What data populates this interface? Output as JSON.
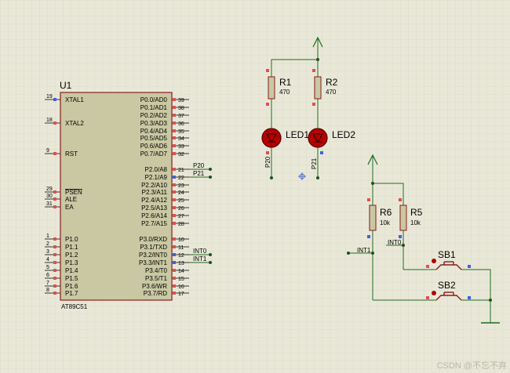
{
  "mcu": {
    "ref": "U1",
    "part": "AT89C51",
    "left_pins": [
      {
        "num": "19",
        "name": "XTAL1"
      },
      {
        "num": "18",
        "name": "XTAL2"
      },
      {
        "num": "9",
        "name": "RST"
      },
      {
        "num": "29",
        "name": "PSEN"
      },
      {
        "num": "30",
        "name": "ALE"
      },
      {
        "num": "31",
        "name": "EA"
      },
      {
        "num": "1",
        "name": "P1.0"
      },
      {
        "num": "2",
        "name": "P1.1"
      },
      {
        "num": "3",
        "name": "P1.2"
      },
      {
        "num": "4",
        "name": "P1.3"
      },
      {
        "num": "5",
        "name": "P1.4"
      },
      {
        "num": "6",
        "name": "P1.5"
      },
      {
        "num": "7",
        "name": "P1.6"
      },
      {
        "num": "8",
        "name": "P1.7"
      }
    ],
    "right_pins": [
      {
        "num": "39",
        "name": "P0.0/AD0"
      },
      {
        "num": "38",
        "name": "P0.1/AD1"
      },
      {
        "num": "37",
        "name": "P0.2/AD2"
      },
      {
        "num": "36",
        "name": "P0.3/AD3"
      },
      {
        "num": "35",
        "name": "P0.4/AD4"
      },
      {
        "num": "34",
        "name": "P0.5/AD5"
      },
      {
        "num": "33",
        "name": "P0.6/AD6"
      },
      {
        "num": "32",
        "name": "P0.7/AD7"
      },
      {
        "num": "21",
        "name": "P2.0/A8"
      },
      {
        "num": "22",
        "name": "P2.1/A9"
      },
      {
        "num": "23",
        "name": "P2.2/A10"
      },
      {
        "num": "24",
        "name": "P2.3/A11"
      },
      {
        "num": "25",
        "name": "P2.4/A12"
      },
      {
        "num": "26",
        "name": "P2.5/A13"
      },
      {
        "num": "27",
        "name": "P2.6/A14"
      },
      {
        "num": "28",
        "name": "P2.7/A15"
      },
      {
        "num": "10",
        "name": "P3.0/RXD"
      },
      {
        "num": "11",
        "name": "P3.1/TXD"
      },
      {
        "num": "12",
        "name": "P3.2/INT0"
      },
      {
        "num": "13",
        "name": "P3.3/INT1"
      },
      {
        "num": "14",
        "name": "P3.4/T0"
      },
      {
        "num": "15",
        "name": "P3.5/T1"
      },
      {
        "num": "16",
        "name": "P3.6/WR"
      },
      {
        "num": "17",
        "name": "P3.7/RD"
      }
    ]
  },
  "net_labels": {
    "p20_mcu": "P20",
    "p21_mcu": "P21",
    "int0_mcu": "INT0",
    "int1_mcu": "INT1",
    "p20_led": "P20",
    "p21_led": "P21",
    "int1_sw": "INT1",
    "int0_sw": "INT0"
  },
  "r1": {
    "ref": "R1",
    "value": "470"
  },
  "r2": {
    "ref": "R2",
    "value": "470"
  },
  "led1": {
    "ref": "LED1"
  },
  "led2": {
    "ref": "LED2"
  },
  "r5": {
    "ref": "R5",
    "value": "10k"
  },
  "r6": {
    "ref": "R6",
    "value": "10k"
  },
  "sb1": {
    "ref": "SB1"
  },
  "sb2": {
    "ref": "SB2"
  },
  "watermark": "CSDN @不忘不弃",
  "colors": {
    "background": "#e9e8d8",
    "grid": "#d6d5c3",
    "wire": "#1f6b1f",
    "outline": "#8b1a1a",
    "chip_fill": "#c9c8a3",
    "pin_red": "#e05050",
    "pin_blue": "#4060e0",
    "led": "#b40000"
  }
}
